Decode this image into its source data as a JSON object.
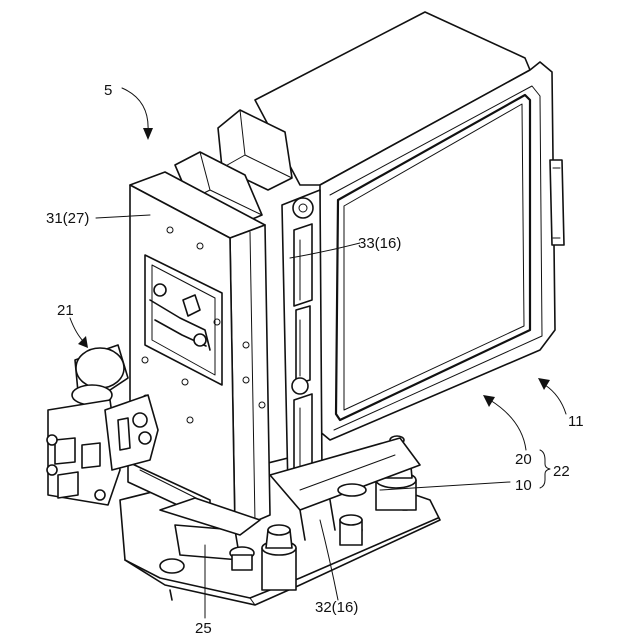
{
  "labels": {
    "l5": "5",
    "l11": "11",
    "l21": "21",
    "l31": "31(27)",
    "l33": "33(16)",
    "l20": "20",
    "l10": "10",
    "l22": "22",
    "l32": "32(16)",
    "l25": "25"
  }
}
